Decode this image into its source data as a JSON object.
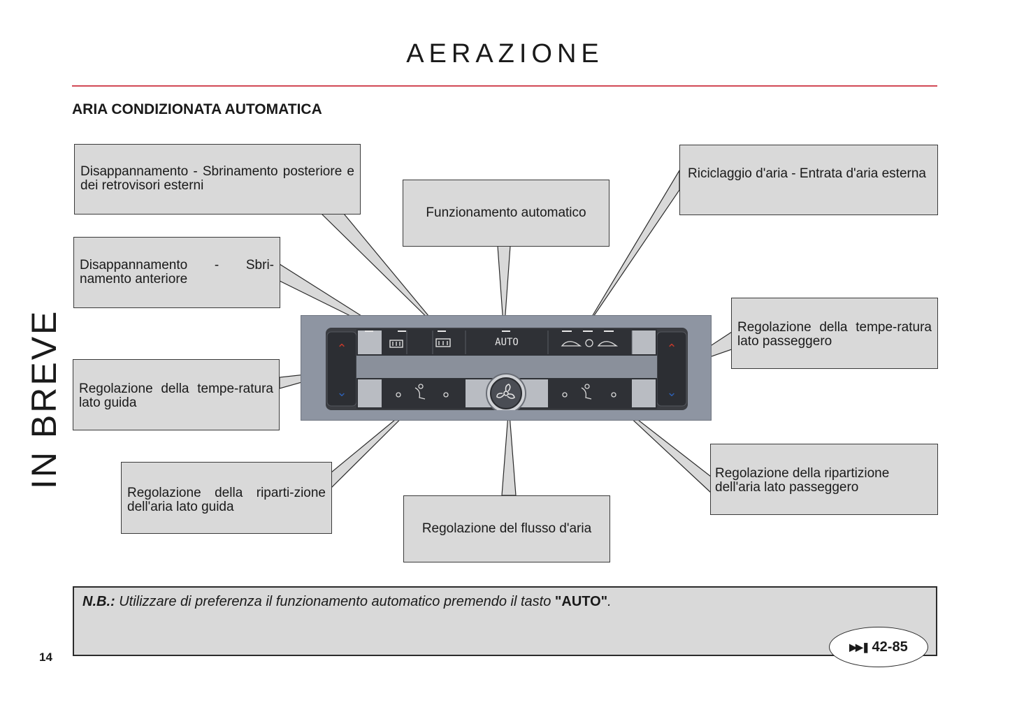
{
  "page": {
    "title": "AERAZIONE",
    "section_heading": "ARIA CONDIZIONATA AUTOMATICA",
    "side_label": "IN BREVE",
    "page_number": "14"
  },
  "callouts": {
    "rear_defrost": "Disappannamento - Sbrinamento posteriore e dei retrovisori esterni",
    "auto_mode": "Funzionamento automatico",
    "recirculation": "Riciclaggio d'aria - Entrata d'aria esterna",
    "front_defrost": "Disappannamento - Sbri-namento anteriore",
    "passenger_temp": "Regolazione della tempe-ratura lato passeggero",
    "driver_temp": "Regolazione della tempe-ratura lato guida",
    "driver_distribution": "Regolazione della riparti-zione dell'aria lato guida",
    "air_flow": "Regolazione del flusso d'aria",
    "passenger_distribution": "Regolazione della ripartizione dell'aria lato passeggero"
  },
  "panel": {
    "auto_button": "AUTO",
    "up_arrow_icon": "chevron-up-icon",
    "down_arrow_icon": "chevron-down-icon",
    "fan_icon": "fan-icon",
    "accent_up": "#c0392b",
    "accent_down": "#2e5fb0"
  },
  "note": {
    "prefix": "N.B.:",
    "text": " Utilizzare di preferenza il funzionamento automatico premendo il tasto ",
    "keyword": "\"AUTO\"",
    "suffix": "."
  },
  "reference": {
    "icon": "fast-forward-icon",
    "pages": "42-85"
  }
}
